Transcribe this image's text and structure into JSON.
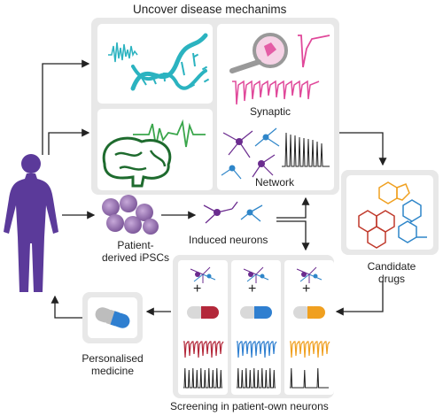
{
  "labels": {
    "title": "Uncover disease mechanims",
    "synaptic": "Synaptic",
    "network": "Network",
    "patient_line1": "Patient-",
    "patient_line2": "derived iPSCs",
    "induced_neurons": "Induced neurons",
    "candidate_line1": "Candidate",
    "candidate_line2": "drugs",
    "personalised_line1": "Personalised",
    "personalised_line2": "medicine",
    "screening": "Screening in patient-own neurons",
    "plus": "+"
  },
  "colors": {
    "panel_bg": "#e8e8e8",
    "card_bg": "#ffffff",
    "human": "#5b3a9a",
    "ipsc": "#8b6aa6",
    "dna_teal": "#2bb3c0",
    "brain_green": "#2e7d3a",
    "ecg_green": "#3aa64b",
    "synaptic_pink": "#e0489a",
    "neuron_purple": "#6b2c8f",
    "neuron_blue": "#2f86c9",
    "drug_red": "#b3283a",
    "drug_blue": "#2f7fd0",
    "drug_orange": "#f0a020",
    "molecule_orange": "#f0a020",
    "molecule_red": "#c0392b",
    "molecule_blue": "#2f86c9",
    "arrow": "#222222"
  },
  "icons": [
    "human-silhouette-icon",
    "ipsc-cells-icon",
    "dna-icon",
    "brain-icon",
    "magnifier-icon",
    "neuron-icon",
    "pill-capsule-icon",
    "molecule-icon"
  ]
}
